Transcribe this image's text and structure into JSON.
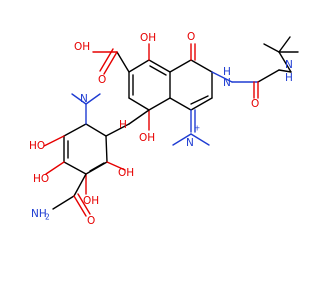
{
  "molecule": {
    "atom_labels": {
      "carboxyl_oh": "OH",
      "carboxyl_o": "O",
      "enol_oh_top": "OH",
      "ketone_o": "O",
      "amide_nh": "H",
      "amide_nh_n": "N",
      "glycyl_o": "O",
      "tbutyl_nh": "N",
      "tbutyl_h": "H",
      "iminium_n": "N",
      "iminium_charge": "+",
      "hydroxy_oh": "OH",
      "hydroxy_h": "H",
      "aryl_dimethylamino_n": "N",
      "phenol_ho_left": "HO",
      "phenol_oh_right": "OH",
      "phenol_ho_bottom": "HO",
      "phenol_oh_bottom": "OH",
      "carboxamide_o": "O",
      "carboxamide_nh2": "NH",
      "carboxamide_nh2_sub": "2"
    },
    "colors": {
      "carbon": "#000000",
      "oxygen": "#e60000",
      "nitrogen": "#1e3cd2"
    }
  }
}
